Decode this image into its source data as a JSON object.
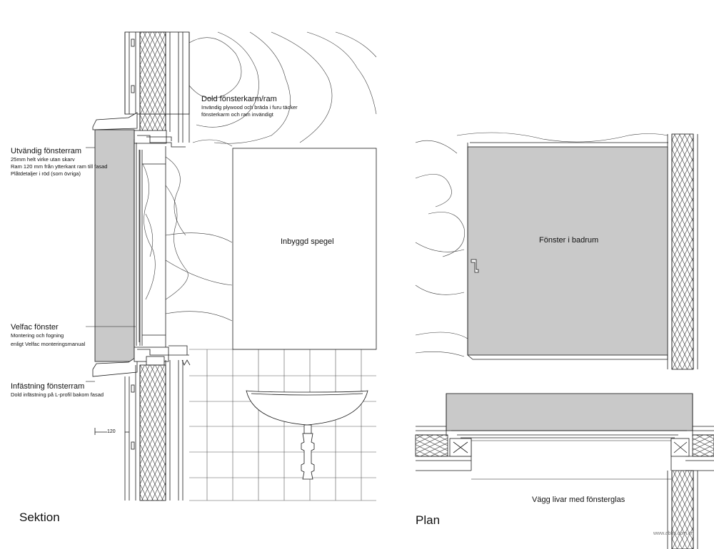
{
  "section": {
    "title": "Sektion",
    "dimension": "120",
    "callouts": {
      "dold": {
        "title": "Dold fönsterkarm/ram",
        "lines": [
          "Invändig plywood och bräda i furu täcker",
          "fönsterkarm och ram invändigt"
        ]
      },
      "utvandig": {
        "title": "Utvändig fönsterram",
        "lines": [
          "25mm helt virke utan skarv",
          "Ram 120 mm från ytterkant ram till fasad",
          "Plåtdetaljer i röd (som övriga)"
        ]
      },
      "velfac": {
        "title": "Velfac fönster",
        "lines": [
          "Montering och fogning",
          "enligt Velfac monteringsmanual"
        ]
      },
      "infastning": {
        "title": "Infästning fönsterram",
        "lines": [
          "Dold infästning på L-profil bakom fasad"
        ]
      }
    },
    "mirror_label": "Inbyggd spegel"
  },
  "plan": {
    "title": "Plan",
    "window_label": "Fönster i badrum",
    "wall_note": "Vägg livar med fönsterglas"
  },
  "watermark": {
    "text": "www.abbs.com.cn"
  },
  "colors": {
    "line": "#1a1a1a",
    "glass_fill": "#c9c9c9",
    "background": "#ffffff",
    "grain": "#3a3a3a"
  }
}
